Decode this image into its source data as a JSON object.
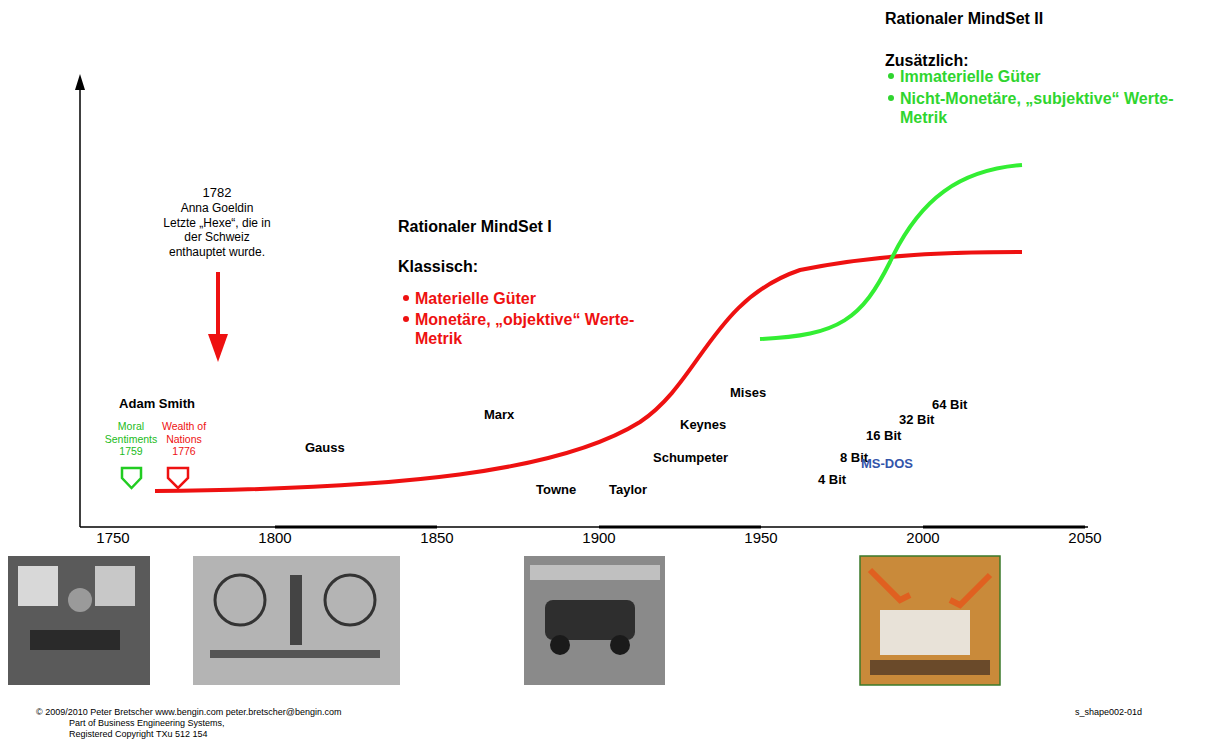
{
  "diagram": {
    "labels": [
      "Rationaler MindSet II",
      "Zusätzlich:",
      "Immaterielle Güter",
      "Nicht-Monetäre, „subjektive“ Werte-Metrik",
      "1782",
      "Anna Goeldin",
      "Letzte „Hexe“, die in der Schweiz enthauptet wurde.",
      "Rationaler MindSet I",
      "Klassisch:",
      "Materielle Güter",
      "Monetäre, „objektive“ Werte-Metrik",
      "Adam Smith",
      "Moral Sentiments 1759",
      "Wealth of Nations 1776",
      "Gauss",
      "Marx",
      "Mises",
      "Keynes",
      "Schumpeter",
      "Towne",
      "Taylor",
      "64 Bit",
      "32 Bit",
      "16 Bit",
      "8 Bit",
      "4 Bit",
      "MS-DOS",
      "1750",
      "1800",
      "1850",
      "1900",
      "1950",
      "2000",
      "2050",
      "© 2009/2010 Peter Bretscher www.bengin.com peter.bretscher@bengin.com",
      "Part of Business Engineering Systems,",
      "Registered Copyright TXu 512 154",
      "s_shape002-01d"
    ]
  }
}
